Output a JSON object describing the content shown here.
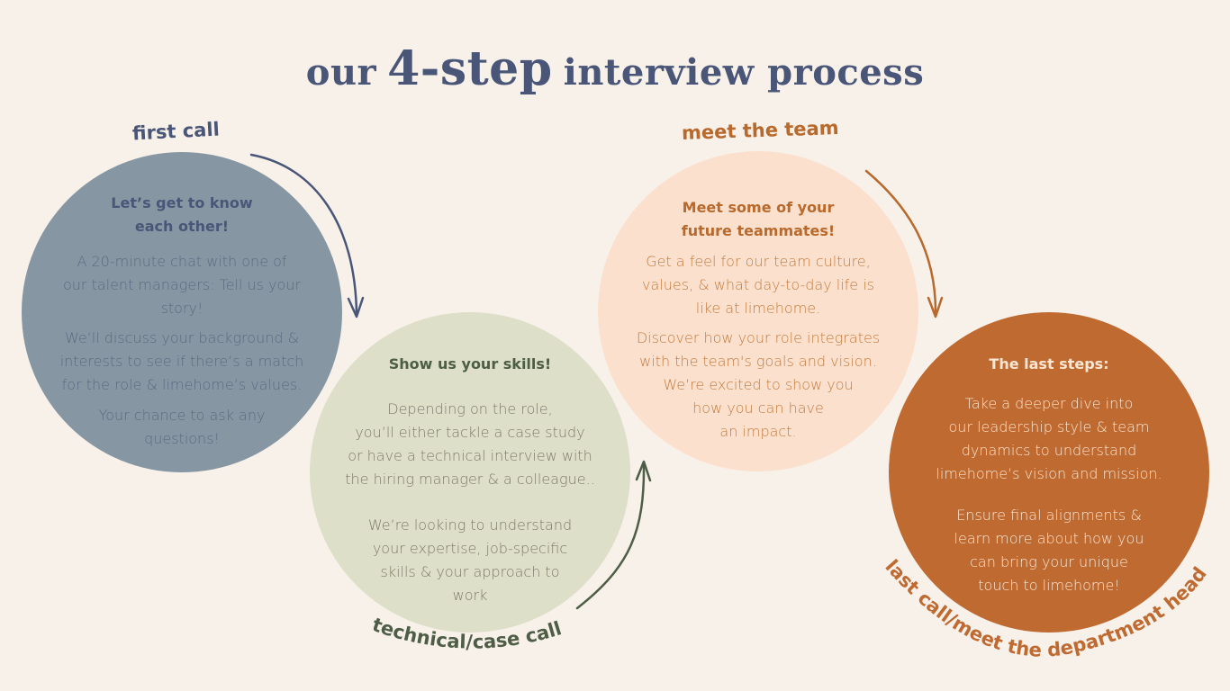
{
  "title": {
    "part1": "our",
    "part2": "4-step",
    "part3": "interview process"
  },
  "steps": [
    {
      "label": "first call",
      "heading": "Let’s get to know\neach other!",
      "body1": "A 20-minute chat with one of\nour talent managers: Tell us your\nstory!",
      "body2": "We’ll discuss your background &\ninterests to see if there’s a match\nfor the role & limehome’s values.",
      "body3": "Your chance to ask any\nquestions!"
    },
    {
      "label": "technical/case call",
      "heading": "Show us your skills!",
      "body1": "Depending on the role,\nyou’ll either tackle a case study\nor have a technical interview with\nthe hiring manager & a colleague..",
      "body2": "We’re looking to understand\nyour expertise, job-specific\nskills & your approach to\nwork"
    },
    {
      "label": "meet the team",
      "heading": "Meet some of your\nfuture teammates!",
      "body1": "Get a feel for our team culture,\nvalues, & what day-to-day life is\nlike at limehome.",
      "body2": "Discover how your role integrates\nwith the team's goals and vision.\nWe’re excited to show you\nhow you can have\nan impact."
    },
    {
      "label": "last call/meet the department head",
      "heading": "The last steps:",
      "body1": "Take a deeper dive into\nour leadership style & team\ndynamics to understand\nlimehome’s vision and mission.",
      "body2": "Ensure final alignments &\nlearn more about how you\ncan bring your unique\ntouch to limehome!"
    }
  ],
  "colors": {
    "background": "#f8f1ea",
    "navy": "#4a5678",
    "slate": "#8796a3",
    "sage": "#dedfc8",
    "green": "#4d5d46",
    "peach": "#fbe1cd",
    "orange": "#be6a31"
  }
}
